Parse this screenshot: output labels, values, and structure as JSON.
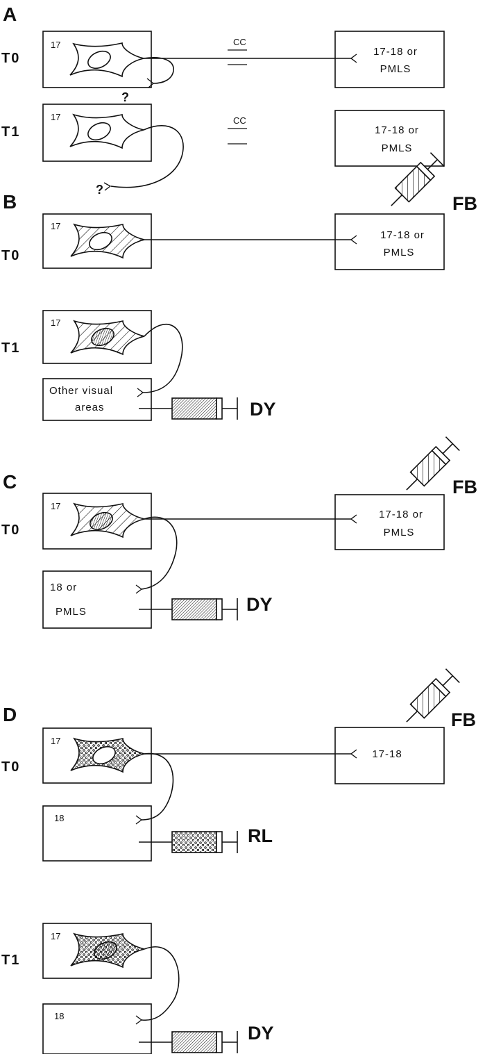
{
  "panels": {
    "A": {
      "letter": "A",
      "t0": "T0",
      "t1": "T1",
      "area17_t0": "17",
      "area17_t1": "17",
      "target_t0": [
        "17-18 or",
        "PMLS"
      ],
      "target_t1": [
        "17-18 or",
        "PMLS"
      ],
      "cc_t0": "CC",
      "cc_t1": "CC",
      "question_t0": "?",
      "question_t1": "?"
    },
    "B": {
      "letter": "B",
      "t0": "T0",
      "t1": "T1",
      "area17_t0": "17",
      "area17_t1": "17",
      "target": [
        "17-18 or",
        "PMLS"
      ],
      "other_areas": [
        "Other visual",
        "areas"
      ],
      "tracer_fb": "FB",
      "tracer_dy": "DY"
    },
    "C": {
      "letter": "C",
      "t0": "T0",
      "area17": "17",
      "target": [
        "17-18 or",
        "PMLS"
      ],
      "second_target": [
        "18 or",
        "PMLS"
      ],
      "tracer_fb": "FB",
      "tracer_dy": "DY"
    },
    "D": {
      "letter": "D",
      "t0": "T0",
      "t1": "T1",
      "area17_t0": "17",
      "area17_t1": "17",
      "target": "17-18",
      "area18_t0": "18",
      "area18_t1": "18",
      "tracer_fb": "FB",
      "tracer_rl": "RL",
      "tracer_dy": "DY"
    }
  },
  "fills": {
    "hatch": "diagonal-hatch",
    "dense": "dense-hatch",
    "dots": "dots"
  }
}
